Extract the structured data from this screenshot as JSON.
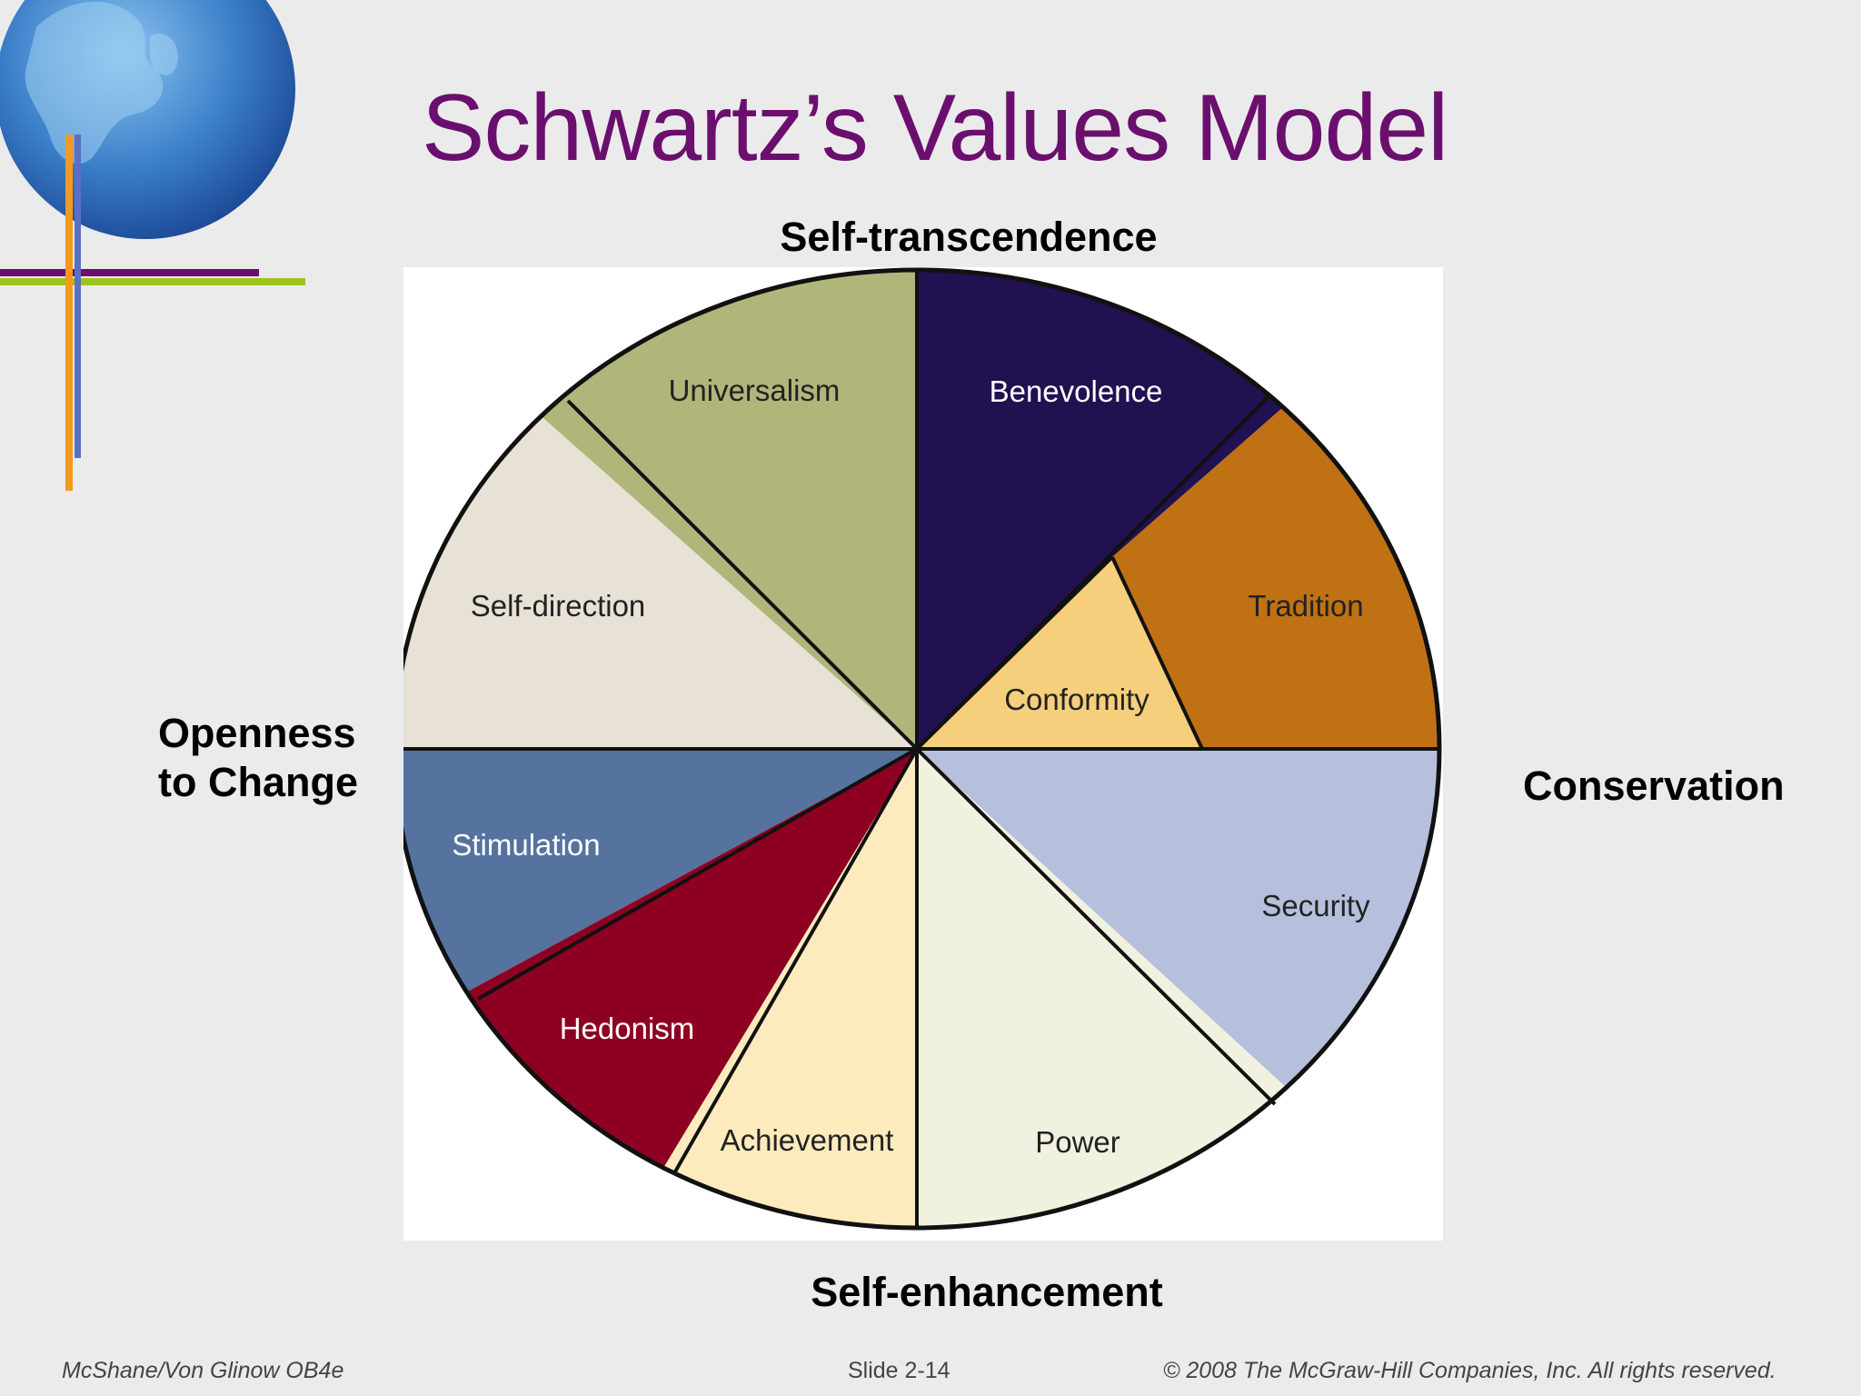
{
  "title": "Schwartz’s Values Model",
  "axes": {
    "top": "Self-transcendence",
    "bottom": "Self-enhancement",
    "left_line1": "Openness",
    "left_line2": "to Change",
    "right": "Conservation"
  },
  "wheel": {
    "segments": [
      {
        "label": "Universalism",
        "color": "#b0b67a",
        "text_color": "#222222"
      },
      {
        "label": "Benevolence",
        "color": "#211150",
        "text_color": "#ffffff"
      },
      {
        "label": "Conformity",
        "color": "#f5cf7b",
        "text_color": "#222222"
      },
      {
        "label": "Tradition",
        "color": "#bf7114",
        "text_color": "#222222"
      },
      {
        "label": "Self-direction",
        "color": "#e8e1d6",
        "text_color": "#222222"
      },
      {
        "label": "Stimulation",
        "color": "#56729f",
        "text_color": "#ffffff"
      },
      {
        "label": "Hedonism",
        "color": "#8d0022",
        "text_color": "#ffffff"
      },
      {
        "label": "Achievement",
        "color": "#fdebbd",
        "text_color": "#222222"
      },
      {
        "label": "Power",
        "color": "#f1f1df",
        "text_color": "#222222"
      },
      {
        "label": "Security",
        "color": "#b6c0dd",
        "text_color": "#222222"
      }
    ]
  },
  "footer": {
    "left": "McShane/Von Glinow  OB4e",
    "center": "Slide 2-14",
    "right": "© 2008 The McGraw-Hill Companies, Inc. All rights reserved."
  },
  "colors": {
    "title": "#6b0f6e",
    "background": "#ebebeb",
    "globe": "#3a74b8",
    "accent_purple": "#6b0f6e",
    "accent_green": "#9dc31c",
    "accent_orange": "#f39a1d",
    "accent_blue": "#5a6fc6"
  }
}
